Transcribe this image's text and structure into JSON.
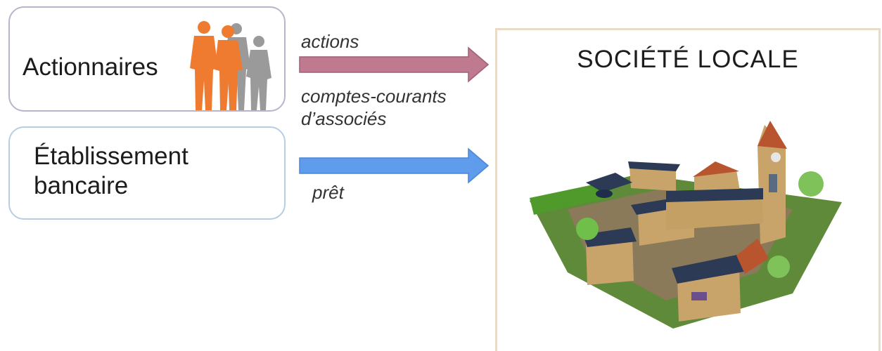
{
  "sources": {
    "actionnaires": {
      "label": "Actionnaires",
      "icon": "people-silhouettes-icon"
    },
    "banque": {
      "label_line1": "Établissement",
      "label_line2": "bancaire"
    }
  },
  "flows": {
    "actions": {
      "label": "actions",
      "color": "#c07a90"
    },
    "cca": {
      "line1": "comptes-courants",
      "line2": "d’associés"
    },
    "pret": {
      "label": "prêt",
      "color": "#5f9cec"
    }
  },
  "target": {
    "title": "SOCIÉTÉ LOCALE",
    "illustration": "village-solar-roofs-illustration"
  }
}
